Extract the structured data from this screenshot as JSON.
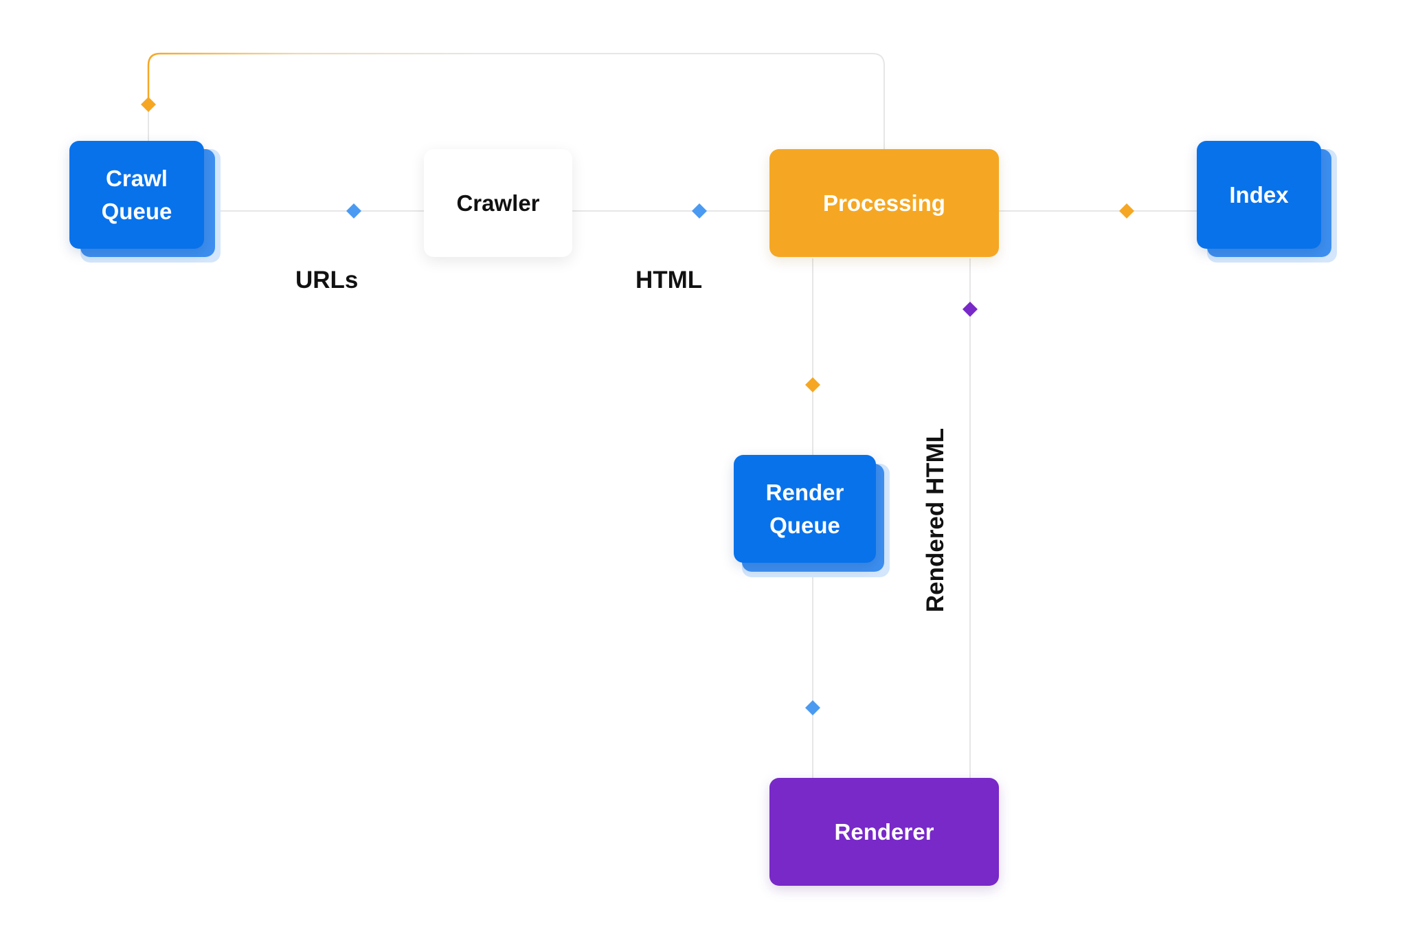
{
  "nodes": {
    "crawl_queue": "Crawl\nQueue",
    "crawler": "Crawler",
    "processing": "Processing",
    "index": "Index",
    "render_queue": "Render\nQueue",
    "renderer": "Renderer"
  },
  "edge_labels": {
    "urls": "URLs",
    "html": "HTML",
    "rendered_html": "Rendered HTML"
  },
  "colors": {
    "queue_blue": "#0872eb",
    "processing_orange": "#f5a723",
    "renderer_purple": "#7829c8",
    "connector_gray": "#e6e6e6",
    "arrow_blue": "#4a9af2",
    "arrow_orange": "#f5a723",
    "arrow_purple": "#7829c8"
  }
}
